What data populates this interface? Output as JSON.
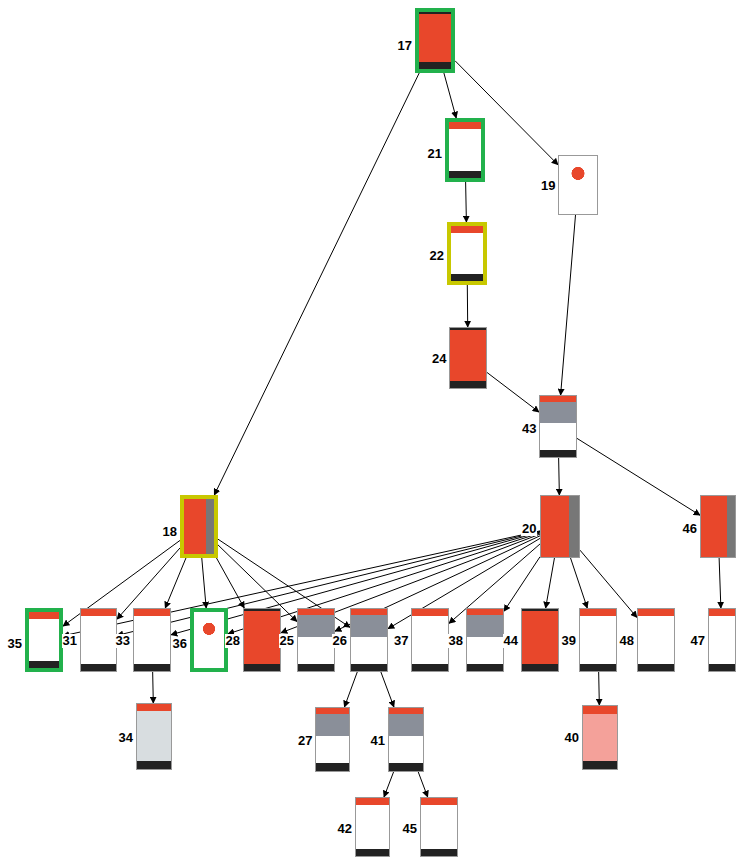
{
  "diagram": {
    "nodes": [
      {
        "text": [
          "17"
        ]
      },
      {
        "text": [
          "21"
        ]
      },
      {
        "text": [
          "19"
        ]
      },
      {
        "text": [
          "22"
        ]
      },
      {
        "text": [
          "24"
        ]
      },
      {
        "text": [
          "43"
        ]
      },
      {
        "text": [
          "18"
        ]
      },
      {
        "text": [
          "20"
        ]
      },
      {
        "text": [
          "46"
        ]
      },
      {
        "text": [
          "35"
        ]
      },
      {
        "text": [
          "31"
        ]
      },
      {
        "text": [
          "33"
        ]
      },
      {
        "text": [
          "36"
        ]
      },
      {
        "text": [
          "28"
        ]
      },
      {
        "text": [
          "25"
        ]
      },
      {
        "text": [
          "26"
        ]
      },
      {
        "text": [
          "37"
        ]
      },
      {
        "text": [
          "38"
        ]
      },
      {
        "text": [
          "44"
        ]
      },
      {
        "text": [
          "39"
        ]
      },
      {
        "text": [
          "48"
        ]
      },
      {
        "text": [
          "47"
        ]
      },
      {
        "text": [
          "34"
        ]
      },
      {
        "text": [
          "27"
        ]
      },
      {
        "text": [
          "41"
        ]
      },
      {
        "text": [
          "40"
        ]
      },
      {
        "text": [
          "42"
        ]
      },
      {
        "text": [
          "45"
        ]
      }
    ],
    "edges": [
      {
        "from": 0,
        "to": 1,
        "arrow": "to"
      },
      {
        "from": 0,
        "to": 2,
        "arrow": "to"
      },
      {
        "from": 0,
        "to": 6,
        "arrow": "to"
      },
      {
        "from": 1,
        "to": 3,
        "arrow": "to"
      },
      {
        "from": 3,
        "to": 4,
        "arrow": "to"
      },
      {
        "from": 4,
        "to": 5,
        "arrow": "to"
      },
      {
        "from": 2,
        "to": 5,
        "arrow": "to"
      },
      {
        "from": 5,
        "to": 7,
        "arrow": "to"
      },
      {
        "from": 5,
        "to": 8,
        "arrow": "to"
      },
      {
        "from": 6,
        "to": 9,
        "arrow": "to"
      },
      {
        "from": 6,
        "to": 10,
        "arrow": "to"
      },
      {
        "from": 6,
        "to": 11,
        "arrow": "to"
      },
      {
        "from": 6,
        "to": 12,
        "arrow": "to"
      },
      {
        "from": 6,
        "to": 13,
        "arrow": "to"
      },
      {
        "from": 6,
        "to": 14,
        "arrow": "to"
      },
      {
        "from": 6,
        "to": 15,
        "arrow": "to"
      },
      {
        "from": 7,
        "to": 9,
        "arrow": "to"
      },
      {
        "from": 7,
        "to": 10,
        "arrow": "to"
      },
      {
        "from": 7,
        "to": 11,
        "arrow": "to"
      },
      {
        "from": 7,
        "to": 12,
        "arrow": "to"
      },
      {
        "from": 7,
        "to": 13,
        "arrow": "to"
      },
      {
        "from": 7,
        "to": 14,
        "arrow": "to"
      },
      {
        "from": 7,
        "to": 15,
        "arrow": "to"
      },
      {
        "from": 7,
        "to": 16,
        "arrow": "to"
      },
      {
        "from": 7,
        "to": 17,
        "arrow": "to"
      },
      {
        "from": 7,
        "to": 18,
        "arrow": "to"
      },
      {
        "from": 7,
        "to": 19,
        "arrow": "to"
      },
      {
        "from": 7,
        "to": 20,
        "arrow": "to"
      },
      {
        "from": 8,
        "to": 21,
        "arrow": "to"
      },
      {
        "from": 11,
        "to": 22,
        "arrow": "to"
      },
      {
        "from": 15,
        "to": 23,
        "arrow": "to"
      },
      {
        "from": 15,
        "to": 24,
        "arrow": "to"
      },
      {
        "from": 24,
        "to": 26,
        "arrow": "to"
      },
      {
        "from": 24,
        "to": 27,
        "arrow": "to"
      },
      {
        "from": 19,
        "to": 25,
        "arrow": "to"
      }
    ]
  }
}
